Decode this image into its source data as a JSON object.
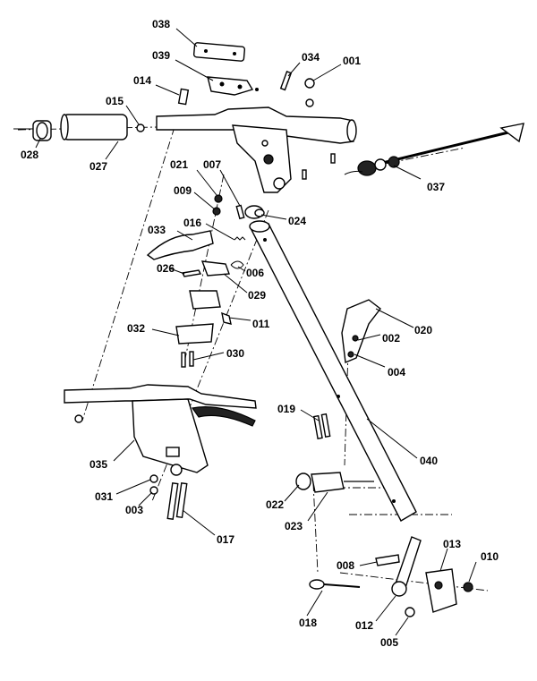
{
  "callouts": {
    "p038": "038",
    "p039": "039",
    "p014": "014",
    "p015": "015",
    "p034": "034",
    "p001": "001",
    "p028": "028",
    "p027": "027",
    "p021": "021",
    "p007": "007",
    "p009": "009",
    "p037": "037",
    "p024": "024",
    "p016": "016",
    "p033": "033",
    "p026": "026",
    "p006": "006",
    "p029": "029",
    "p020": "020",
    "p002": "002",
    "p011": "011",
    "p032": "032",
    "p004": "004",
    "p030": "030",
    "p019": "019",
    "p040": "040",
    "p035": "035",
    "p031": "031",
    "p003": "003",
    "p022": "022",
    "p023": "023",
    "p017": "017",
    "p008": "008",
    "p013": "013",
    "p010": "010",
    "p018": "018",
    "p012": "012",
    "p005": "005"
  }
}
